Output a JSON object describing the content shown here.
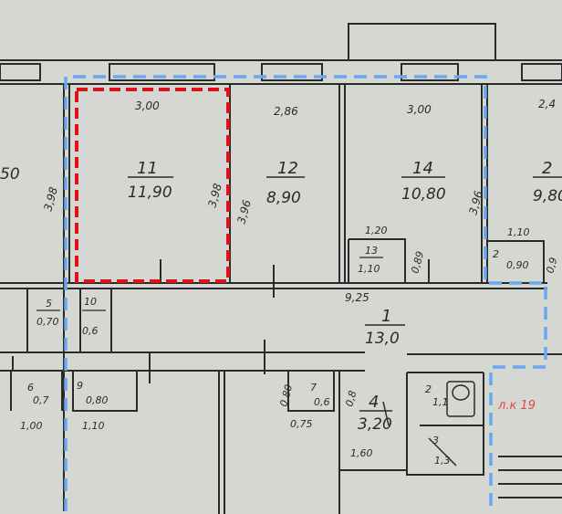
{
  "plan": {
    "colors": {
      "paper": "#d9dbd6",
      "wall": "#2a2a2a",
      "selected_outline": "#d8141a",
      "apartment_outline": "#6aa7ee",
      "staircase_mark": "#e0474f"
    },
    "rooms": [
      {
        "id": "r_left_top",
        "number": "",
        "area": "50"
      },
      {
        "id": "r11",
        "number": "11",
        "area": "11,90"
      },
      {
        "id": "r12",
        "number": "12",
        "area": "8,90"
      },
      {
        "id": "r14",
        "number": "14",
        "area": "10,80"
      },
      {
        "id": "r2",
        "number": "2",
        "area": "9,80"
      },
      {
        "id": "r13",
        "number": "13",
        "area": "1,10"
      },
      {
        "id": "r2b",
        "number": "2",
        "area": "0,90"
      },
      {
        "id": "r5",
        "number": "5",
        "area": "0,70"
      },
      {
        "id": "r10",
        "number": "10",
        "area": "0,6"
      },
      {
        "id": "r1",
        "number": "1",
        "area": "13,0"
      },
      {
        "id": "r6",
        "number": "6",
        "area": "0,7"
      },
      {
        "id": "r9",
        "number": "9",
        "area": "0,80"
      },
      {
        "id": "r7",
        "number": "7",
        "area": "0,6"
      },
      {
        "id": "r4",
        "number": "4",
        "area": "3,20"
      },
      {
        "id": "r2c",
        "number": "2",
        "area": "1,1"
      },
      {
        "id": "r3",
        "number": "3",
        "area": "1,3"
      }
    ],
    "dimensions": {
      "d300a": "3,00",
      "d286": "2,86",
      "d300b": "3,00",
      "d241": "2,4",
      "d398a": "3,98",
      "d398b": "3,98",
      "d396a": "3,96",
      "d396b": "3,96",
      "d120": "1,20",
      "d089": "0,89",
      "d110": "1,10",
      "d090": "0,9",
      "d925": "9,25",
      "d100": "1,00",
      "d110b": "1,10",
      "d080": "0,80",
      "d075": "0,75",
      "d160": "1,60",
      "d080b": "0,8"
    },
    "staircase_label": "л.к 19"
  }
}
